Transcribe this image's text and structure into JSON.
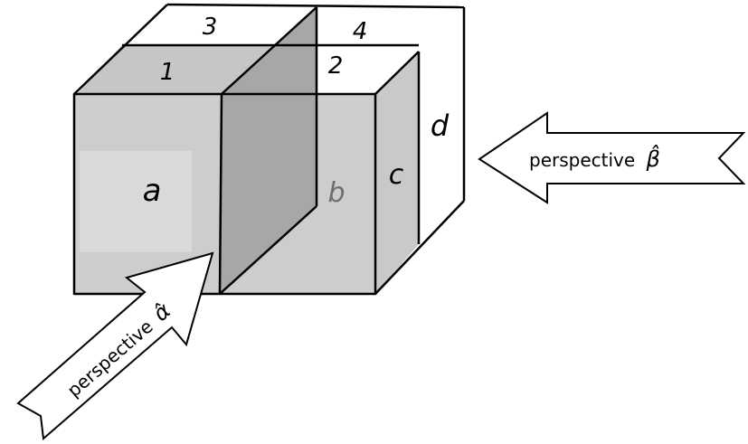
{
  "cells": {
    "top_back_left": "3",
    "top_back_right": "4",
    "top_front_left": "1",
    "top_front_right": "2"
  },
  "faces": {
    "a": "a",
    "b": "b",
    "c": "c",
    "d": "d"
  },
  "perspective_alpha": {
    "word": "perspective",
    "symbol": "α̂"
  },
  "perspective_beta": {
    "word": "perspective",
    "symbol": "β̂"
  },
  "colors": {
    "front_face": "#cdcdcd",
    "front_inner_panel": "#dadada",
    "top_front_row": "#c6c6c6",
    "divider_panel": "#a7a7a7",
    "right_middle_panel": "#c9c9c9",
    "outline": "#000000",
    "face_b_label": "#6e6e6e"
  }
}
